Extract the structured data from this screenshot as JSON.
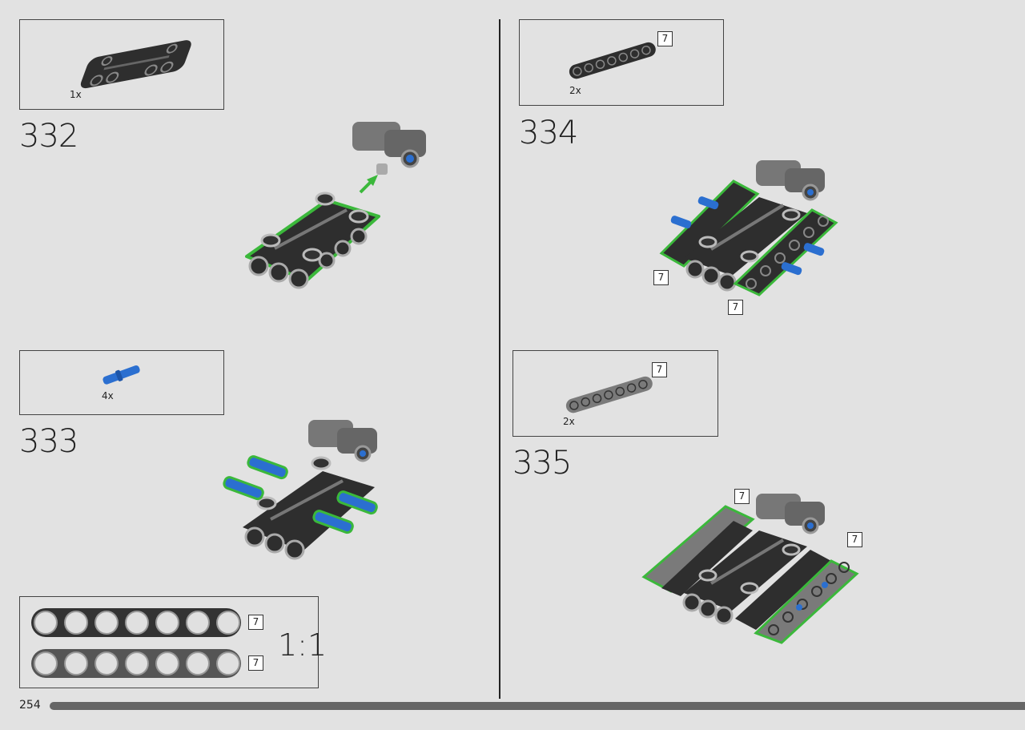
{
  "page": {
    "number": "254"
  },
  "steps": [
    {
      "number": "332",
      "part_qty": "1x",
      "part_icon": "technic-beam-frame-icon"
    },
    {
      "number": "333",
      "part_qty": "4x",
      "part_icon": "blue-axle-pin-icon"
    },
    {
      "number": "334",
      "part_qty": "2x",
      "part_len": "7",
      "part_icon": "black-beam-7-icon",
      "callouts": [
        "7",
        "7"
      ]
    },
    {
      "number": "335",
      "part_qty": "2x",
      "part_len": "7",
      "part_icon": "gray-beam-7-icon",
      "callouts": [
        "7",
        "7"
      ]
    }
  ],
  "ruler": {
    "scale": "1:1",
    "beams": [
      {
        "color": "#333333",
        "length": "7"
      },
      {
        "color": "#555555",
        "length": "7"
      }
    ]
  },
  "colors": {
    "background": "#e2e2e2",
    "beam_black": "#2e2e2e",
    "beam_gray": "#7a7a7a",
    "pin_blue": "#2b6fd0",
    "highlight_green": "#3bb83b"
  }
}
